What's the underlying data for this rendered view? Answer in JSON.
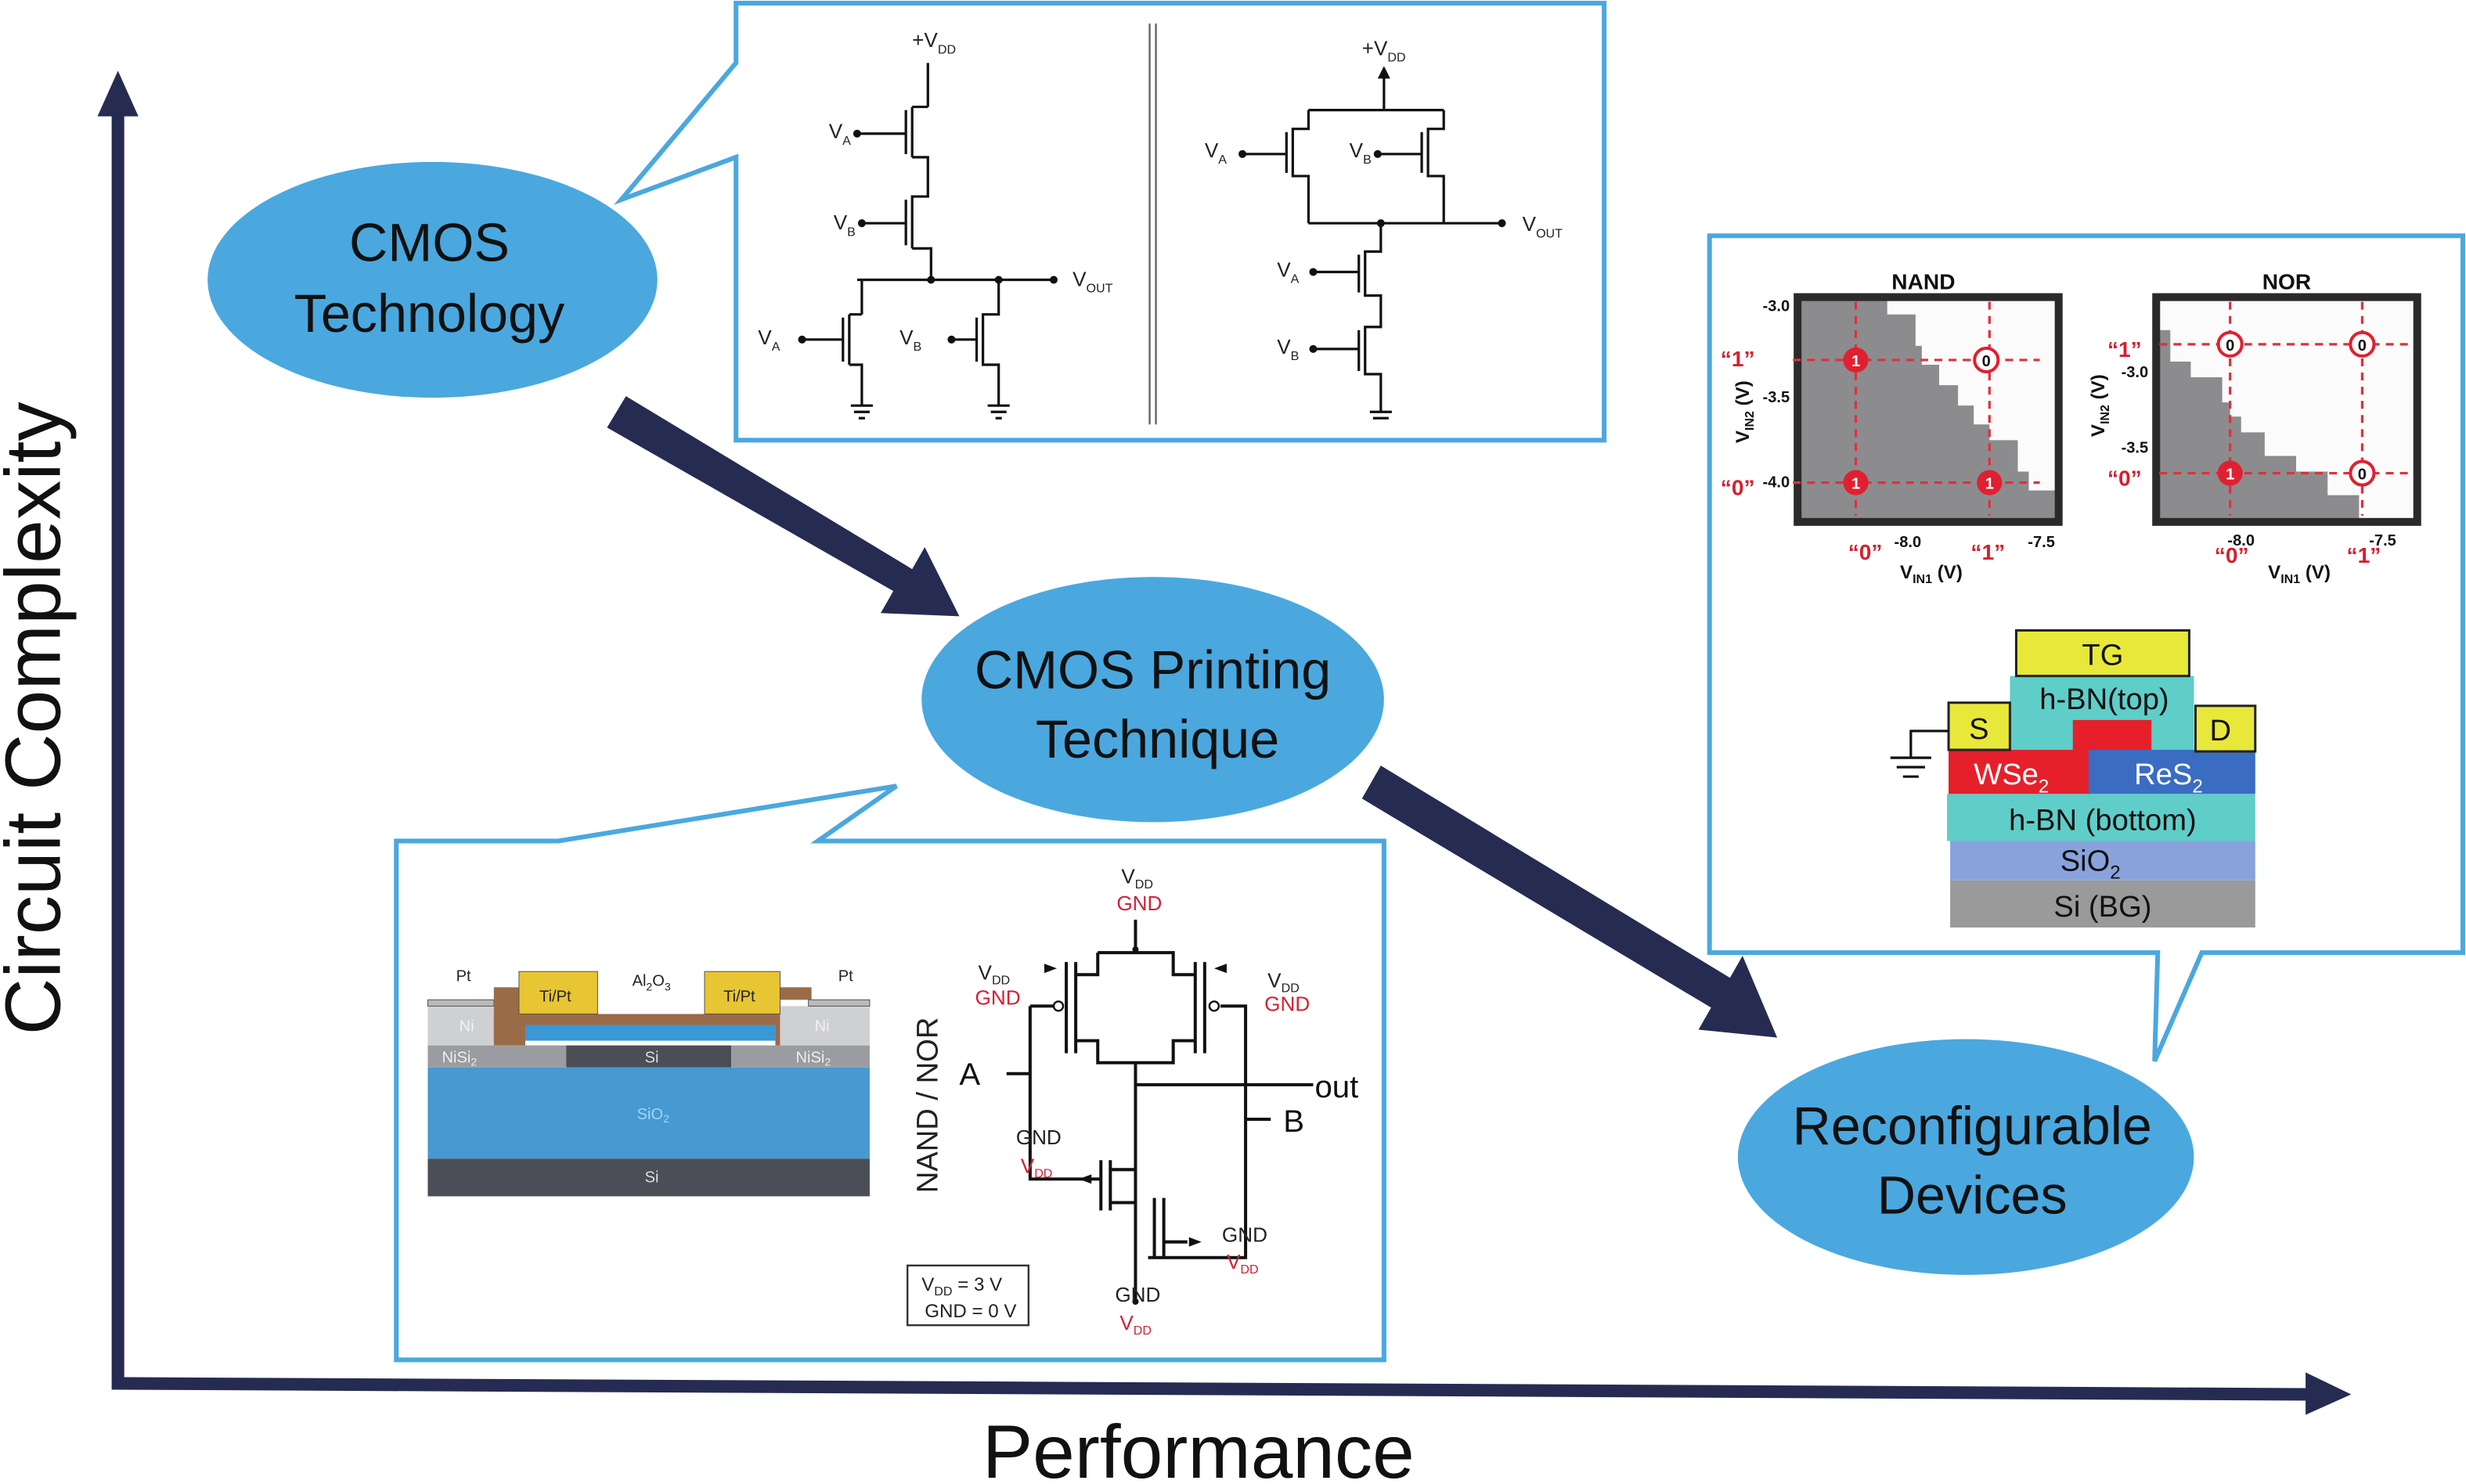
{
  "axes": {
    "y_label": "Circuit Complexity",
    "x_label": "Performance"
  },
  "nodes": {
    "cmos_technology": {
      "line1": "CMOS",
      "line2": "Technology"
    },
    "cmos_printing": {
      "line1": "CMOS Printing",
      "line2": "Technique"
    },
    "reconfigurable": {
      "line1": "Reconfigurable",
      "line2": "Devices"
    }
  },
  "cmos_schematics": {
    "plus_v": "+V",
    "v": "V",
    "dd": "DD",
    "a": "A",
    "b": "B",
    "out": "OUT"
  },
  "reconfig_panel": {
    "nand_title": "NAND",
    "nor_title": "NOR",
    "y_label_v": "V",
    "y_label_sub": "IN2",
    "y_label_unit": " (V)",
    "x_label_v": "V",
    "x_label_sub": "IN1",
    "x_label_unit": " (V)",
    "nand_yticks": [
      "-3.0",
      "-3.5",
      "-4.0"
    ],
    "nor_yticks": [
      "-3.0",
      "-3.5"
    ],
    "xticks": [
      "-8.0",
      "-7.5"
    ],
    "logic_one": "“1”",
    "logic_zero": "“0”",
    "out_one": "1",
    "out_zero": "0",
    "layers": {
      "tg": "TG",
      "hbn_top": "h-BN(top)",
      "s": "S",
      "d": "D",
      "wse": "WSe",
      "res": "ReS",
      "sub2": "2",
      "hbn_bottom": "h-BN (bottom)",
      "sio": "SiO",
      "si_bg": "Si (BG)"
    },
    "colors": {
      "yellow": "#e8e83a",
      "teal": "#5fcdc8",
      "red": "#e5202a",
      "blue": "#3a6cc2",
      "sio2": "#8aa2dc",
      "si": "#9a9a9a"
    }
  },
  "printing_panel": {
    "pt": "Pt",
    "tipt": "Ti/Pt",
    "al": "Al",
    "o": "O",
    "s2": "2",
    "s3": "3",
    "ni": "Ni",
    "nisi": "NiSi",
    "si": "Si",
    "sio": "SiO",
    "gate_label": "NAND / NOR",
    "v": "V",
    "dd": "DD",
    "gnd": "GND",
    "a": "A",
    "b": "B",
    "out": "out",
    "legend_vdd": " = 3 V",
    "legend_gnd": "GND = 0 V"
  },
  "colors": {
    "node_fill": "#4aa8df",
    "axis": "#262b52",
    "callout_border": "#4aa8df"
  }
}
